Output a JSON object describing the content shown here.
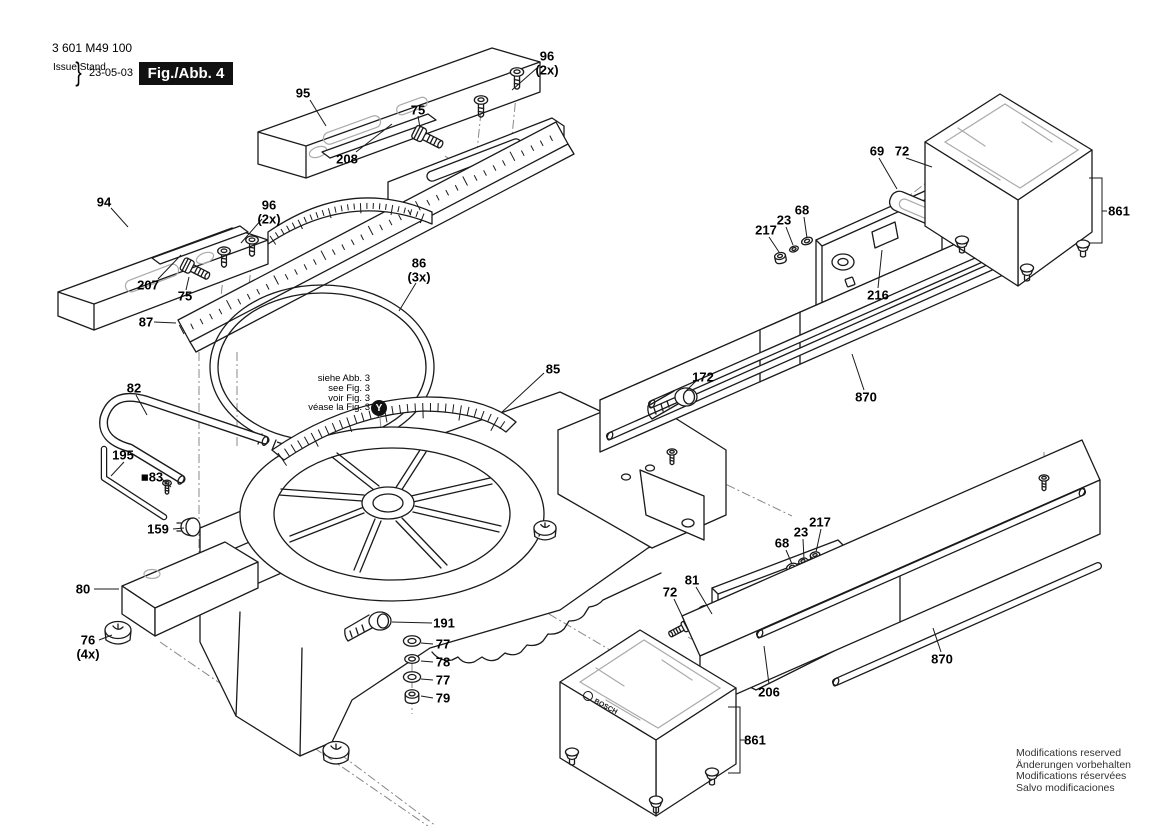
{
  "header": {
    "part_number": "3 601 M49 100",
    "issue_label": "Issue",
    "stand_label": "Stand",
    "brace": "}",
    "date": "23-05-03",
    "figure_label": "Fig./Abb. 4"
  },
  "note": {
    "lines": [
      "siehe Abb. 3",
      "see Fig. 3",
      "voir Fig. 3",
      "véase la Fig. 3"
    ],
    "marker": "Y"
  },
  "footer": {
    "lines": [
      "Modifications reserved",
      "Änderungen vorbehalten",
      "Modifications réservées",
      "Salvo modificaciones"
    ]
  },
  "brand": {
    "name": "BOSCH"
  },
  "colors": {
    "line": "#1a1a1a",
    "label": "#000000",
    "badge_bg": "#111111",
    "badge_fg": "#ffffff",
    "construction": "#888888"
  },
  "parts": [
    {
      "label": "95"
    },
    {
      "label": "75"
    },
    {
      "label": "96",
      "qty": "(2x)"
    },
    {
      "label": "208"
    },
    {
      "label": "94"
    },
    {
      "label": "96",
      "qty": "(2x)"
    },
    {
      "label": "207"
    },
    {
      "label": "75"
    },
    {
      "label": "87"
    },
    {
      "label": "86",
      "qty": "(3x)"
    },
    {
      "label": "85"
    },
    {
      "label": "82"
    },
    {
      "label": "195"
    },
    {
      "label": "■83"
    },
    {
      "label": "159"
    },
    {
      "label": "80"
    },
    {
      "label": "76",
      "qty": "(4x)"
    },
    {
      "label": "191"
    },
    {
      "label": "77"
    },
    {
      "label": "78"
    },
    {
      "label": "77"
    },
    {
      "label": "79"
    },
    {
      "label": "69"
    },
    {
      "label": "72"
    },
    {
      "label": "217"
    },
    {
      "label": "23"
    },
    {
      "label": "68"
    },
    {
      "label": "216"
    },
    {
      "label": "861"
    },
    {
      "label": "172"
    },
    {
      "label": "870"
    },
    {
      "label": "68"
    },
    {
      "label": "23"
    },
    {
      "label": "217"
    },
    {
      "label": "81"
    },
    {
      "label": "72"
    },
    {
      "label": "206"
    },
    {
      "label": "861"
    },
    {
      "label": "870"
    }
  ]
}
